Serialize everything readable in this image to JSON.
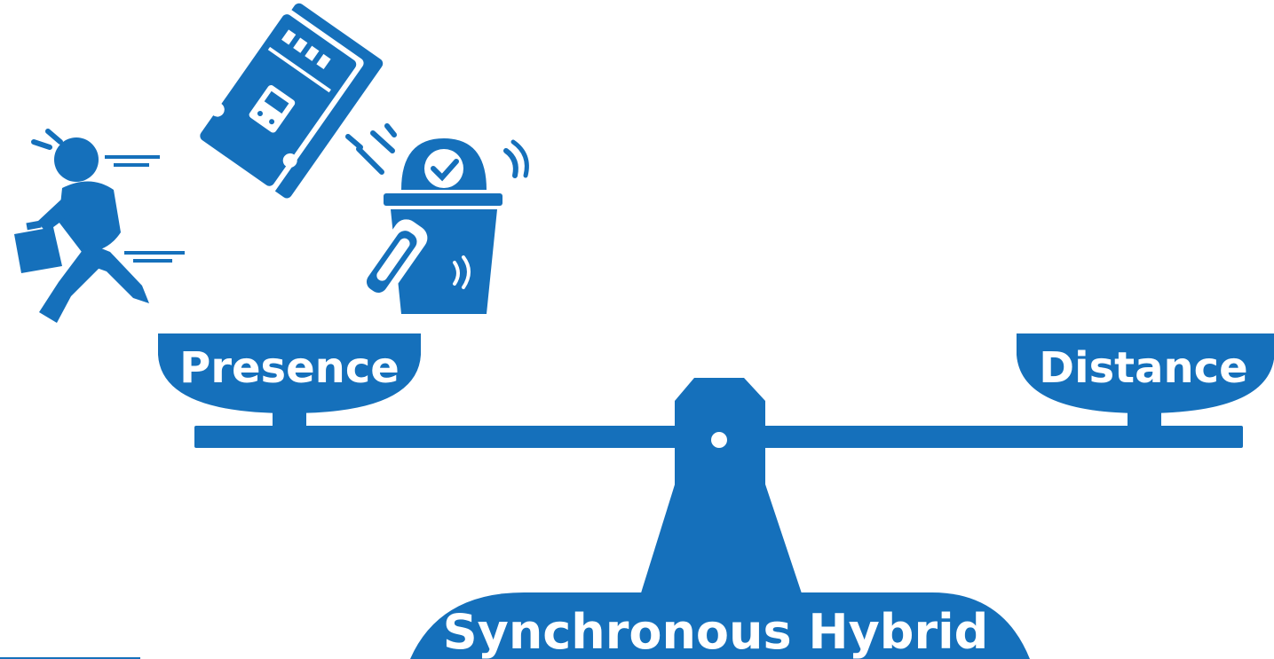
{
  "colors": {
    "primary": "#1570bb",
    "background": "#ffffff",
    "label_text": "#ffffff"
  },
  "labels": {
    "left_pan": "Presence",
    "right_pan": "Distance",
    "base": "Synchronous Hybrid"
  },
  "icons": {
    "commuter": "rushing-commuter-icon",
    "tickets": "travel-tickets-icon",
    "trash": "trash-bin-icon"
  }
}
